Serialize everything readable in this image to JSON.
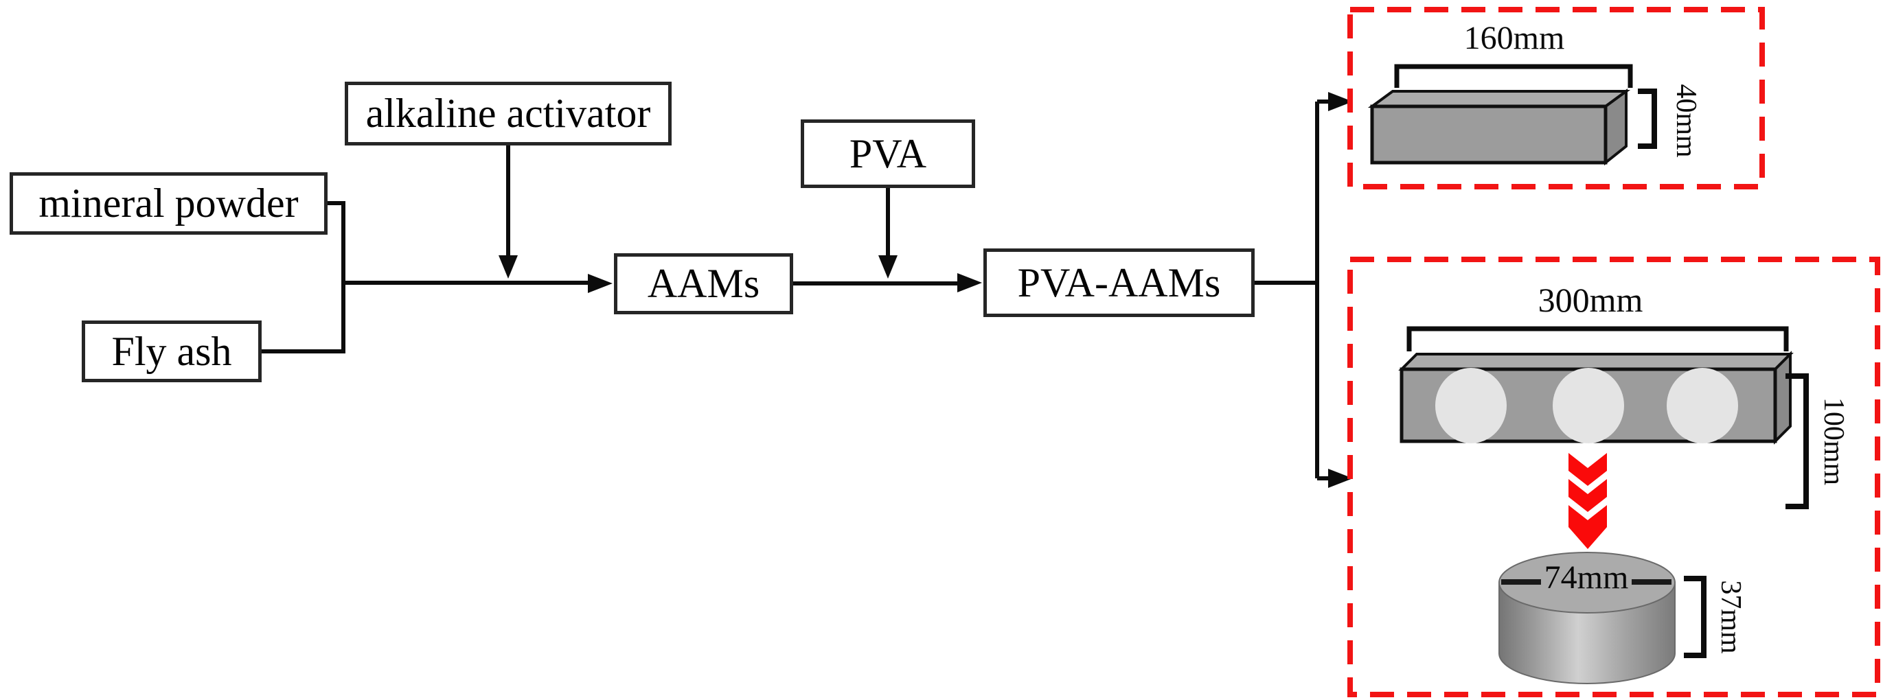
{
  "flow": {
    "mineral_powder": "mineral powder",
    "fly_ash": "Fly ash",
    "alkaline_activator": "alkaline activator",
    "aams": "AAMs",
    "pva": "PVA",
    "pva_aams": "PVA-AAMs"
  },
  "dimensions": {
    "prism_length": "160mm",
    "prism_height": "40mm",
    "beam_length": "300mm",
    "beam_height": "100mm",
    "cylinder_diameter": "74mm",
    "cylinder_height": "37mm"
  },
  "colors": {
    "accent_red": "#f21414",
    "line_black": "#0c0c0c",
    "specimen_gray_front": "#9c9c9c",
    "specimen_gray_top": "#ababab",
    "specimen_gray_side": "#8a8a8a",
    "hole_gray": "#e4e4e4"
  }
}
